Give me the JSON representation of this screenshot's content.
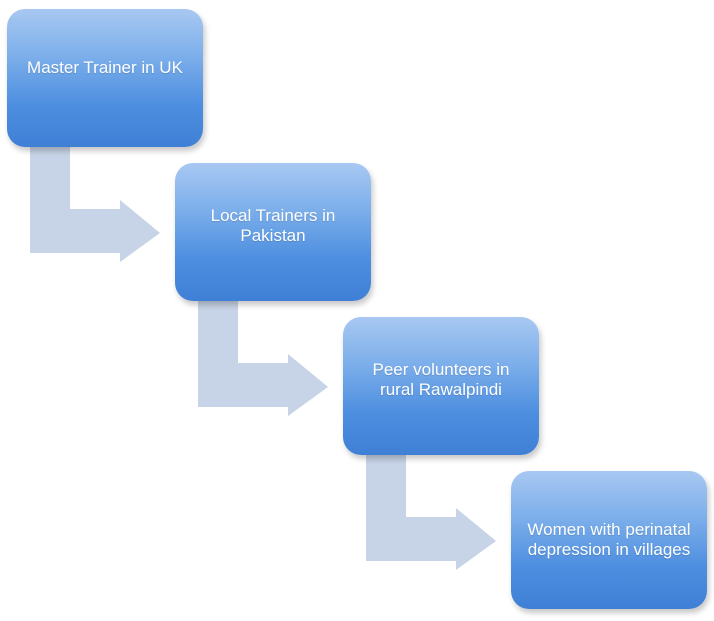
{
  "diagram": {
    "steps": [
      {
        "label": "Master Trainer in UK"
      },
      {
        "label": "Local Trainers in Pakistan"
      },
      {
        "label": "Peer volunteers in rural Rawalpindi"
      },
      {
        "label": "Women with perinatal depression in villages"
      }
    ],
    "colors": {
      "box_top": "#a8c8f2",
      "box_bottom": "#3f80d6",
      "box_text": "#ffffff",
      "arrow": "#c7d3e6"
    }
  }
}
